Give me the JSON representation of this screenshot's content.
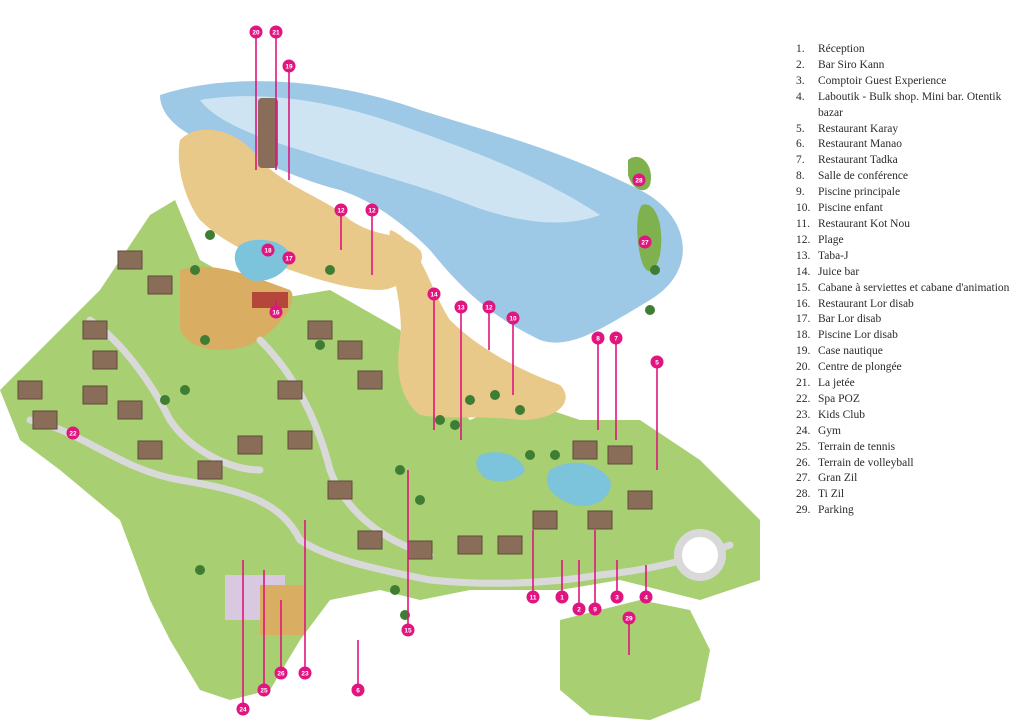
{
  "colors": {
    "sea": "#9ec9e6",
    "sea_light": "#cfe4f2",
    "sand": "#e9c98a",
    "sand_dark": "#d9ad62",
    "grass": "#a8cf72",
    "grass_dark": "#7fb14e",
    "path": "#d9d9d9",
    "pool": "#7cc3dc",
    "marker": "#e0157f",
    "roof": "#8a6d58",
    "roof_red": "#b5473a",
    "palm": "#3f7d34"
  },
  "legend": [
    {
      "num": "1.",
      "label": "Réception"
    },
    {
      "num": "2.",
      "label": "Bar Siro Kann"
    },
    {
      "num": "3.",
      "label": "Comptoir Guest Experience"
    },
    {
      "num": "4.",
      "label": "Laboutik - Bulk shop. Mini bar. Otentik bazar"
    },
    {
      "num": "5.",
      "label": "Restaurant Karay"
    },
    {
      "num": "6.",
      "label": "Restaurant Manao"
    },
    {
      "num": "7.",
      "label": "Restaurant Tadka"
    },
    {
      "num": "8.",
      "label": "Salle de conférence"
    },
    {
      "num": "9.",
      "label": "Piscine principale"
    },
    {
      "num": "10.",
      "label": "Piscine enfant"
    },
    {
      "num": "11.",
      "label": "Restaurant Kot Nou"
    },
    {
      "num": "12.",
      "label": "Plage"
    },
    {
      "num": "13.",
      "label": "Taba-J"
    },
    {
      "num": "14.",
      "label": "Juice bar"
    },
    {
      "num": "15.",
      "label": "Cabane à serviettes et cabane d'animation"
    },
    {
      "num": "16.",
      "label": "Restaurant Lor disab"
    },
    {
      "num": "17.",
      "label": "Bar Lor disab"
    },
    {
      "num": "18.",
      "label": "Piscine Lor disab"
    },
    {
      "num": "19.",
      "label": "Case nautique"
    },
    {
      "num": "20.",
      "label": "Centre de plongée"
    },
    {
      "num": "21.",
      "label": "La jetée"
    },
    {
      "num": "22.",
      "label": "Spa POZ"
    },
    {
      "num": "23.",
      "label": "Kids Club"
    },
    {
      "num": "24.",
      "label": "Gym"
    },
    {
      "num": "25.",
      "label": "Terrain de tennis"
    },
    {
      "num": "26.",
      "label": "Terrain de volleyball"
    },
    {
      "num": "27.",
      "label": "Gran Zil"
    },
    {
      "num": "28.",
      "label": "Ti Zil"
    },
    {
      "num": "29.",
      "label": "Parking"
    }
  ],
  "markers": [
    "20",
    "21",
    "19",
    "12",
    "12",
    "18",
    "17",
    "16",
    "14",
    "13",
    "12",
    "10",
    "8",
    "7",
    "5",
    "22",
    "23",
    "24",
    "25",
    "26",
    "6",
    "15",
    "11",
    "1",
    "2",
    "9",
    "3",
    "4",
    "29",
    "28",
    "27"
  ]
}
